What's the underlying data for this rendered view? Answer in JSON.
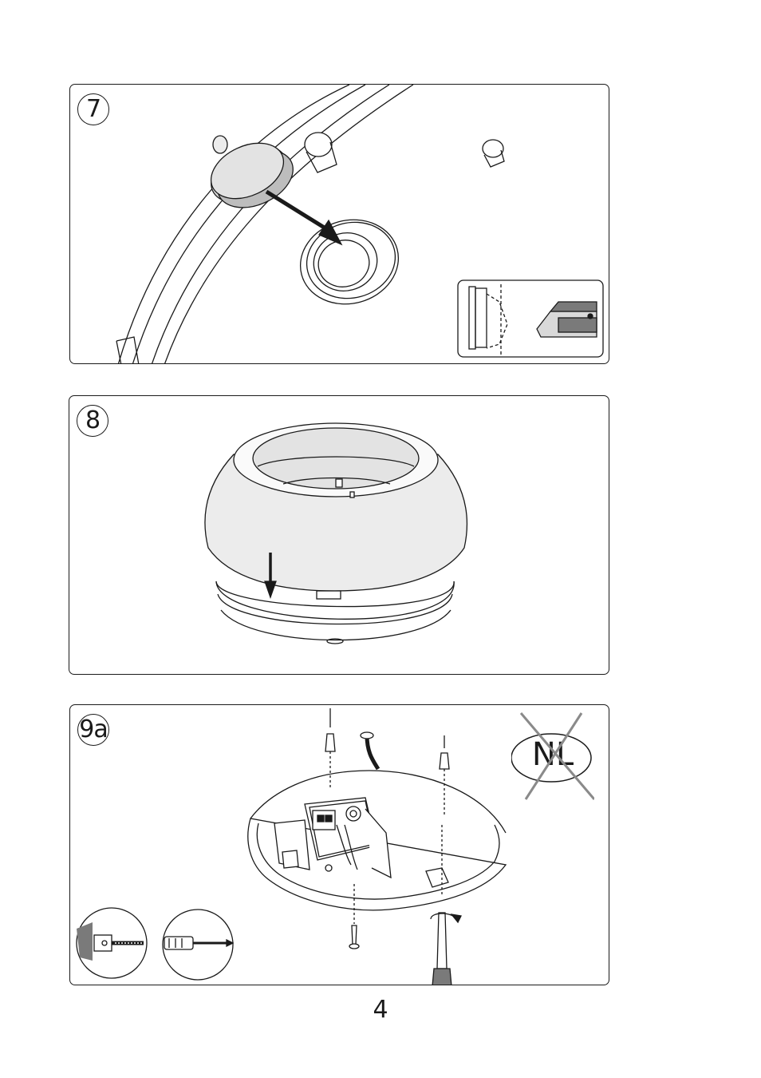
{
  "steps": [
    {
      "id": "step-7",
      "label": "7"
    },
    {
      "id": "step-8",
      "label": "8"
    },
    {
      "id": "step-9a",
      "label": "9a"
    }
  ],
  "step9a": {
    "country_mark": "NL"
  },
  "page": {
    "number": "4"
  },
  "icons": [
    "drill-icon",
    "screwdriver-icon",
    "cutter-knife-icon",
    "no-country-icon"
  ],
  "colors": {
    "line": "#1a1a1a",
    "shade": "#d9d9d9",
    "dark_shade": "#7a7a7a",
    "cross": "#8a8a8a"
  }
}
